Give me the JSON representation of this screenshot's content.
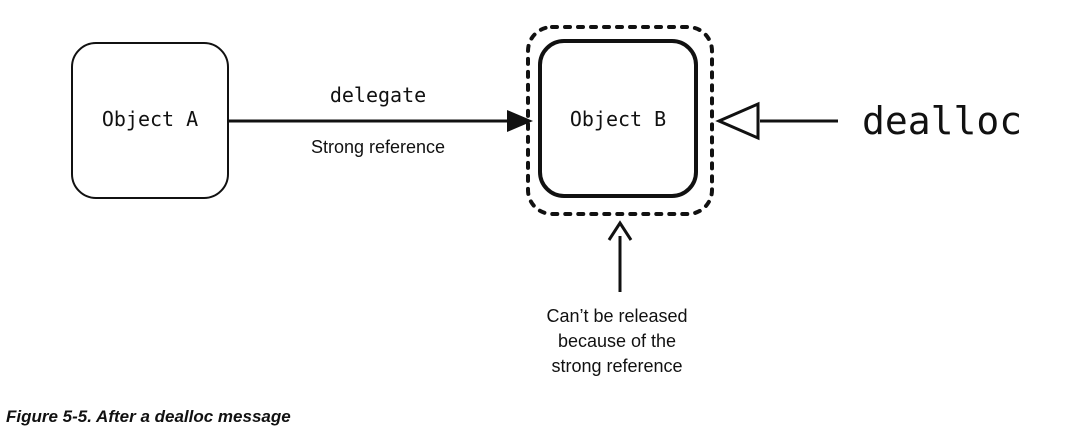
{
  "diagram": {
    "object_a_label": "Object A",
    "object_b_label": "Object B",
    "arrow_top_label": "delegate",
    "arrow_bottom_label": "Strong reference",
    "message_label": "dealloc",
    "note_lines": [
      "Can’t be released",
      "because of the",
      "strong reference"
    ]
  },
  "caption": "Figure 5-5.  After a dealloc message",
  "colors": {
    "ink": "#111111",
    "background": "#ffffff"
  }
}
